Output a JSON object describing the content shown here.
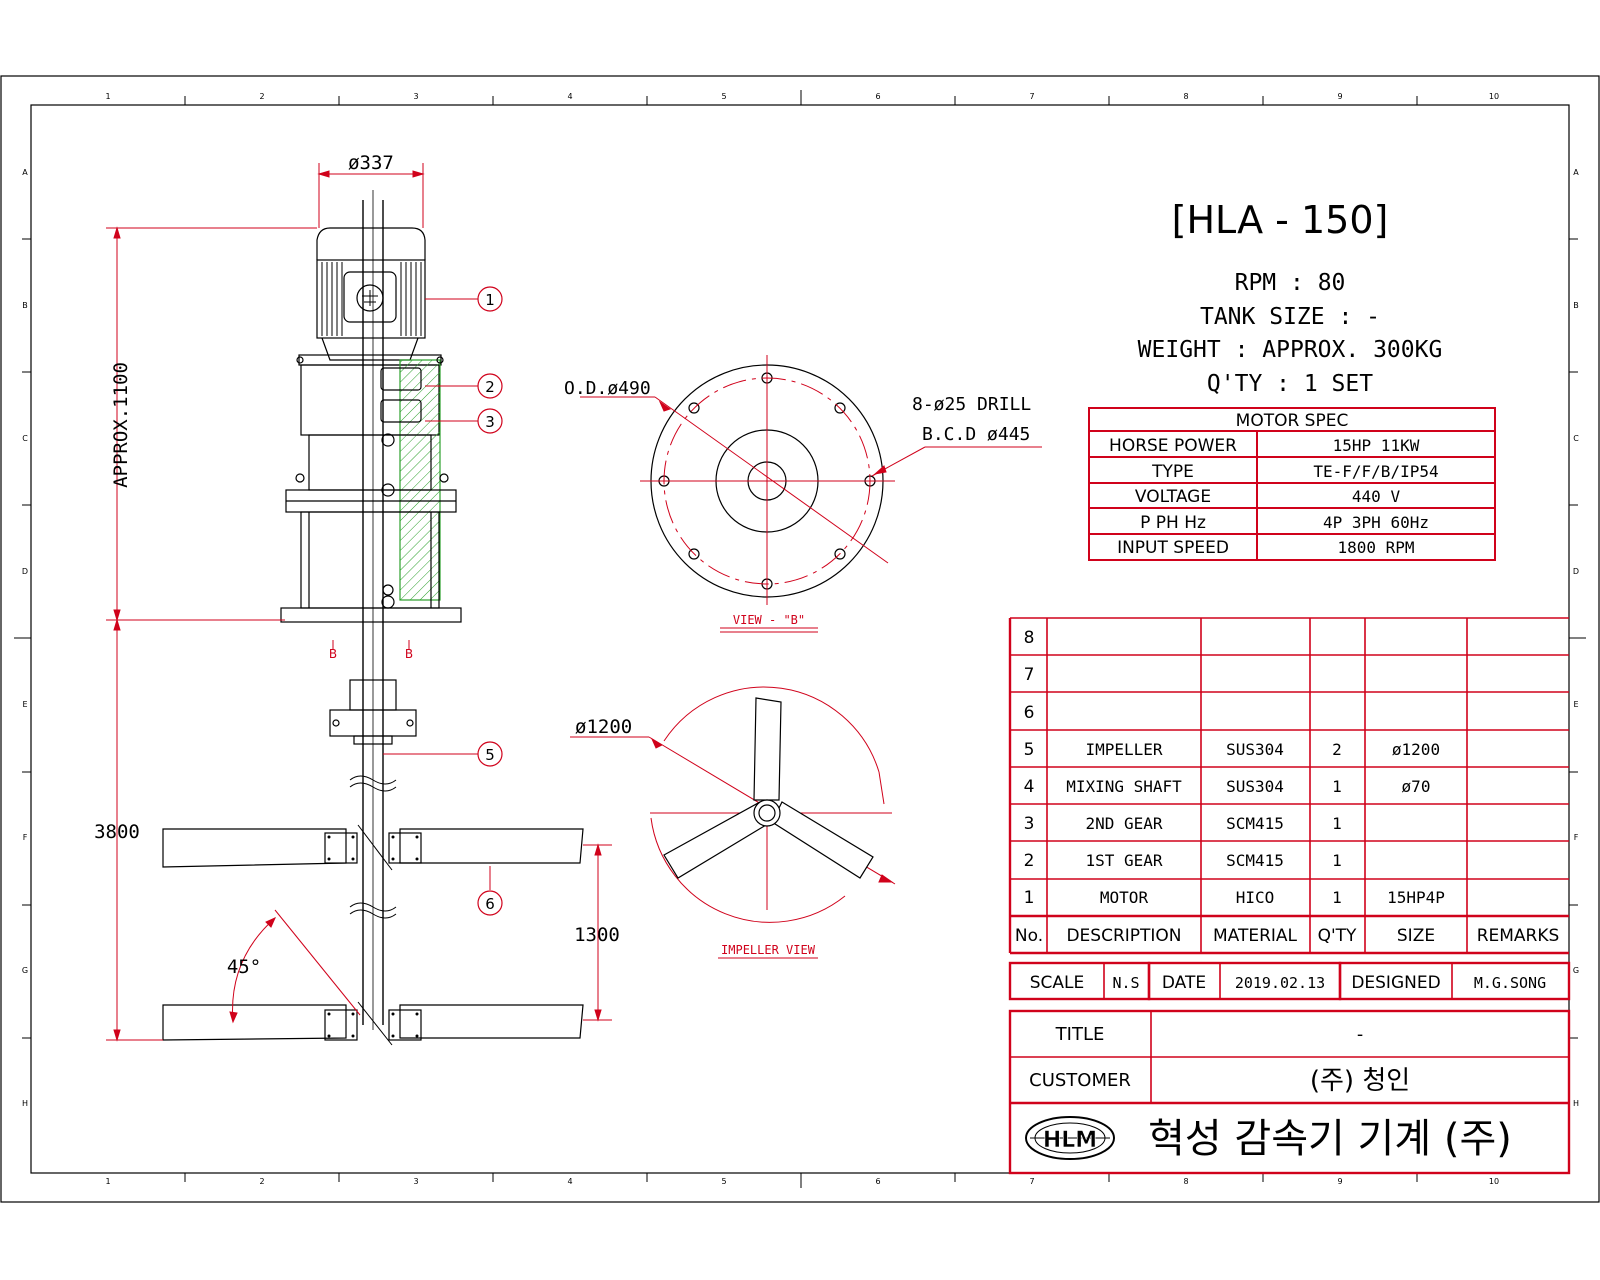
{
  "drawing": {
    "model": "[HLA - 150]",
    "specs": [
      "RPM : 80",
      "TANK SIZE : -",
      "WEIGHT : APPROX. 300KG",
      "Q'TY : 1 SET"
    ]
  },
  "dimensions": {
    "motor_dia": "ø337",
    "approx_height": "APPROX.1100",
    "total_length": "3800",
    "blade_spacing": "1300",
    "blade_angle": "45°",
    "flange_od": "O.D.ø490",
    "drill": "8-ø25 DRILL",
    "bcd": "B.C.D ø445",
    "impeller_dia": "ø1200",
    "section_mark": "B"
  },
  "views": {
    "view_b": "VIEW - \"B\"",
    "impeller_view": "IMPELLER VIEW"
  },
  "balloons": [
    "1",
    "2",
    "3",
    "5",
    "6"
  ],
  "motor_spec": {
    "title": "MOTOR SPEC",
    "rows": [
      {
        "label": "HORSE POWER",
        "value": "15HP  11KW"
      },
      {
        "label": "TYPE",
        "value": "TE-F/F/B/IP54"
      },
      {
        "label": "VOLTAGE",
        "value": "440  V"
      },
      {
        "label": "P  PH  Hz",
        "value": "4P  3PH  60Hz"
      },
      {
        "label": "INPUT SPEED",
        "value": "1800  RPM"
      }
    ]
  },
  "parts_list": {
    "headers": [
      "No.",
      "DESCRIPTION",
      "MATERIAL",
      "Q'TY",
      "SIZE",
      "REMARKS"
    ],
    "rows": [
      [
        "8",
        "",
        "",
        "",
        "",
        ""
      ],
      [
        "7",
        "",
        "",
        "",
        "",
        ""
      ],
      [
        "6",
        "",
        "",
        "",
        "",
        ""
      ],
      [
        "5",
        "IMPELLER",
        "SUS304",
        "2",
        "ø1200",
        ""
      ],
      [
        "4",
        "MIXING SHAFT",
        "SUS304",
        "1",
        "ø70",
        ""
      ],
      [
        "3",
        "2ND GEAR",
        "SCM415",
        "1",
        "",
        ""
      ],
      [
        "2",
        "1ST GEAR",
        "SCM415",
        "1",
        "",
        ""
      ],
      [
        "1",
        "MOTOR",
        "HICO",
        "1",
        "15HP4P",
        ""
      ]
    ]
  },
  "title_block": {
    "scale_label": "SCALE",
    "scale_value": "N.S",
    "date_label": "DATE",
    "date_value": "2019.02.13",
    "designed_label": "DESIGNED",
    "designed_value": "M.G.SONG",
    "title_label": "TITLE",
    "title_value": "-",
    "customer_label": "CUSTOMER",
    "customer_value": "(주) 청인",
    "logo": "HLM",
    "company": "혁성 감속기 기계 (주)"
  },
  "border": {
    "columns": [
      "1",
      "2",
      "3",
      "4",
      "5",
      "6",
      "7",
      "8",
      "9",
      "10"
    ],
    "rows": [
      "A",
      "B",
      "C",
      "D",
      "E",
      "F",
      "G",
      "H"
    ]
  },
  "colors": {
    "line": "#000000",
    "red": "#d0021b",
    "hatch": "#2ca02c"
  }
}
